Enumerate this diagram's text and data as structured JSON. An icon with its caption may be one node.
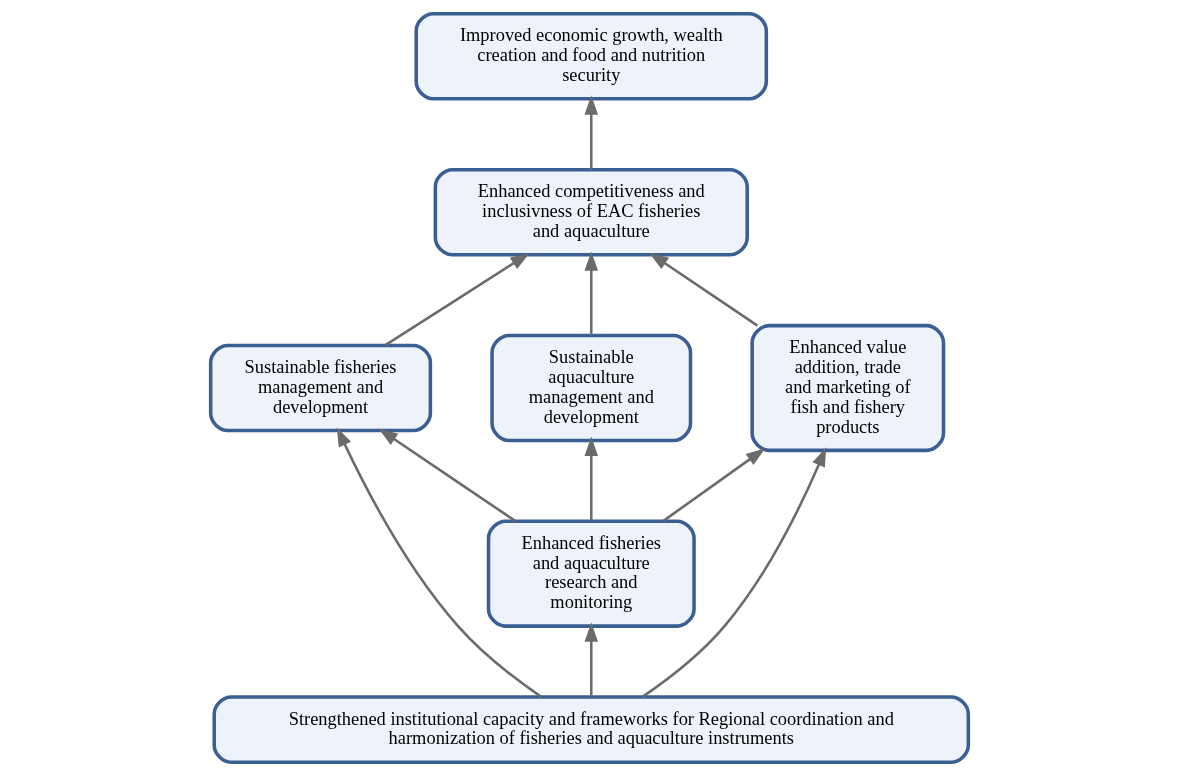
{
  "diagram": {
    "nodes": [
      {
        "text": [
          "Improved economic growth, wealth creation and food and nutrition security"
        ]
      },
      {
        "text": [
          "Enhanced competitiveness and inclusivness of EAC fisheries and aquaculture"
        ]
      },
      {
        "text": [
          "Sustainable fisheries management and development"
        ]
      },
      {
        "text": [
          "Sustainable aquaculture management and development"
        ]
      },
      {
        "text": [
          "Enhanced value addition, trade and marketing of fish and fishery products"
        ]
      },
      {
        "text": [
          "Enhanced fisheries and aquaculture research and monitoring"
        ]
      },
      {
        "text": [
          "Strengthened institutional capacity and frameworks for Regional coordination and harmonization of fisheries and aquaculture instruments"
        ]
      }
    ],
    "edges": [
      {
        "from": 1,
        "to": 0,
        "arrow": "to"
      },
      {
        "from": 2,
        "to": 1,
        "arrow": "to"
      },
      {
        "from": 3,
        "to": 1,
        "arrow": "to"
      },
      {
        "from": 4,
        "to": 1,
        "arrow": "to"
      },
      {
        "from": 5,
        "to": 2,
        "arrow": "to"
      },
      {
        "from": 5,
        "to": 3,
        "arrow": "to"
      },
      {
        "from": 5,
        "to": 4,
        "arrow": "to"
      },
      {
        "from": 6,
        "to": 2,
        "arrow": "to"
      },
      {
        "from": 6,
        "to": 5,
        "arrow": "to"
      },
      {
        "from": 6,
        "to": 4,
        "arrow": "to"
      }
    ]
  }
}
